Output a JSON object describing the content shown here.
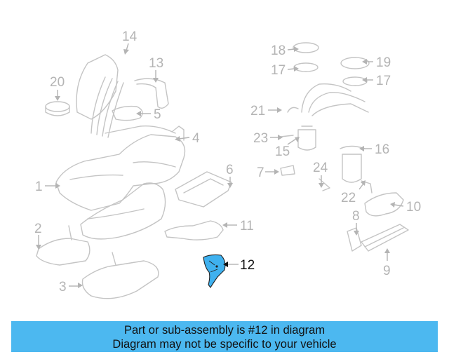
{
  "diagram": {
    "callouts": [
      "1",
      "2",
      "3",
      "4",
      "5",
      "6",
      "7",
      "8",
      "9",
      "10",
      "11",
      "12",
      "13",
      "14",
      "15",
      "16",
      "17",
      "17",
      "18",
      "19",
      "20",
      "21",
      "22",
      "23",
      "24"
    ],
    "highlight_callout": "12",
    "colors": {
      "highlight": "#3fb1ef",
      "parts": "#c4c4c4",
      "banner": "#4cb8f0"
    }
  },
  "banner": {
    "line1": "Part or sub-assembly is #12 in diagram",
    "line2": "Diagram may not be specific to your vehicle"
  }
}
